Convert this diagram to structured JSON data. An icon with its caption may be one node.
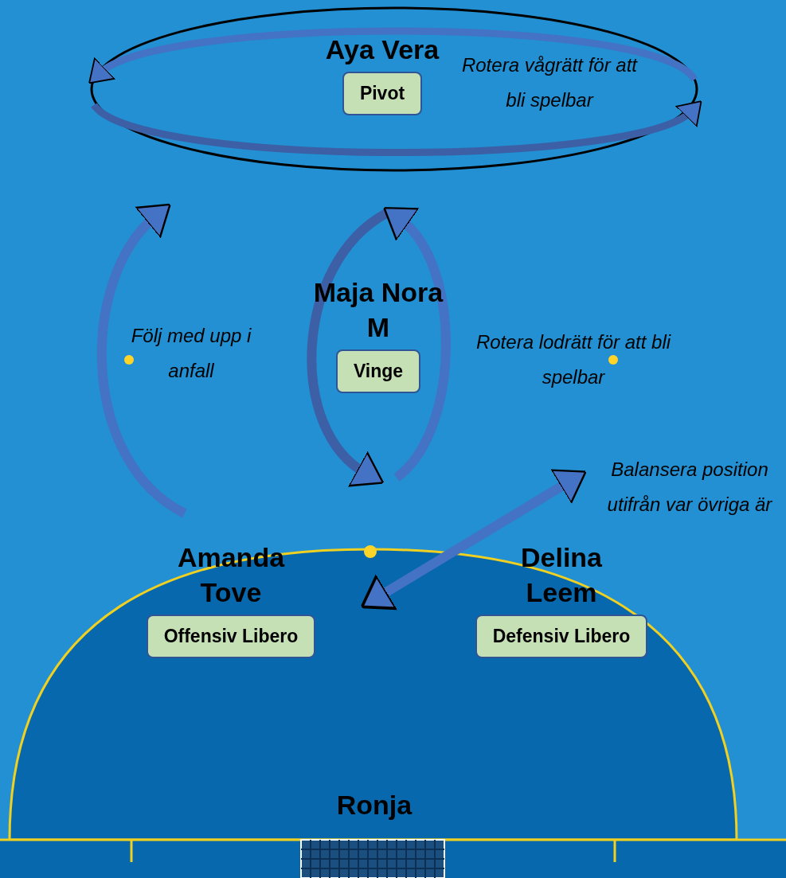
{
  "diagram": {
    "nodes": [
      {
        "text": [
          "Aya Vera",
          "Pivot"
        ]
      },
      {
        "text": [
          "Maja Nora M",
          "Vinge"
        ]
      },
      {
        "text": [
          "Amanda Tove",
          "Offensiv Libero"
        ]
      },
      {
        "text": [
          "Delina Leem",
          "Defensiv Libero"
        ]
      }
    ],
    "labels": [
      "Rotera vågrätt för att bli spelbar",
      "Följ med upp i anfall",
      "Rotera lodrätt för att bli spelbar",
      "Balansera position utifrån var övriga är",
      "Ronja"
    ]
  }
}
